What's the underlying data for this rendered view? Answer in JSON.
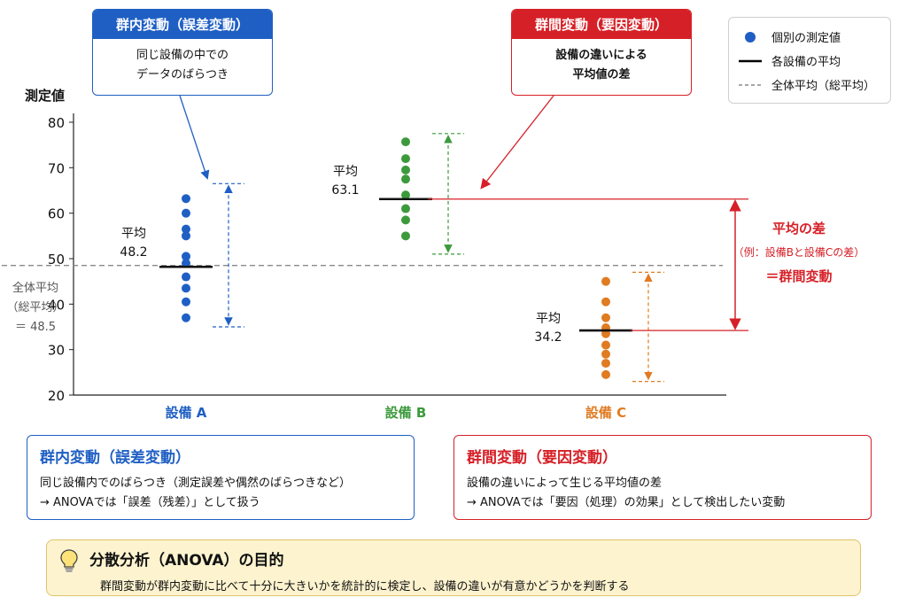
{
  "callouts": {
    "within": {
      "title": "群内変動（誤差変動）",
      "line1": "同じ設備の中での",
      "line2": "データのばらつき"
    },
    "between": {
      "title": "群間変動（要因変動）",
      "line1": "設備の違いによる",
      "line2": "平均値の差"
    }
  },
  "legend": {
    "points": "個別の測定値",
    "mean": "各設備の平均",
    "grand": "全体平均（総平均）"
  },
  "annotations": {
    "mean_diff_title": "平均の差",
    "mean_diff_example": "（例：設備Bと設備Cの差）",
    "mean_diff_result": "＝群間変動",
    "grand_label1": "全体平均",
    "grand_label2": "（総平均）",
    "grand_label3": "＝ 48.5",
    "mean_word": "平均"
  },
  "summary": {
    "within": {
      "title": "群内変動（誤差変動）",
      "line1": "同じ設備内でのばらつき（測定誤差や偶然のばらつきなど）",
      "line2": "→ ANOVAでは「誤差（残差）」として扱う"
    },
    "between": {
      "title": "群間変動（要因変動）",
      "line1": "設備の違いによって生じる平均値の差",
      "line2": "→ ANOVAでは「要因（処理）の効果」として検出したい変動"
    }
  },
  "goal": {
    "title": "分散分析（ANOVA）の目的",
    "text": "群間変動が群内変動に比べて十分に大きいかを統計的に検定し、設備の違いが有意かどうかを判断する"
  },
  "colors": {
    "blue": "#1f5fc4",
    "green": "#3c9a3c",
    "orange": "#e07b22",
    "red": "#d62027"
  },
  "icons": {
    "goal": "lightbulb-icon"
  },
  "chart_data": {
    "type": "scatter",
    "ylabel": "測定値",
    "ylim": [
      20,
      80
    ],
    "yticks": [
      20,
      30,
      40,
      50,
      60,
      70,
      80
    ],
    "categories": [
      "設備 A",
      "設備 B",
      "設備 C"
    ],
    "grand_mean": 48.5,
    "series": [
      {
        "category": "設備 A",
        "mean": 48.2,
        "mean_label": "48.2",
        "values": [
          63.2,
          60.0,
          56.5,
          55.0,
          50.5,
          49.0,
          46.0,
          43.5,
          40.5,
          37.0
        ],
        "range": [
          35.0,
          66.5
        ]
      },
      {
        "category": "設備 B",
        "mean": 63.1,
        "mean_label": "63.1",
        "values": [
          75.7,
          72.0,
          69.5,
          67.5,
          64.0,
          61.0,
          58.5,
          55.0
        ],
        "range": [
          51.0,
          77.5
        ]
      },
      {
        "category": "設備 C",
        "mean": 34.2,
        "mean_label": "34.2",
        "values": [
          45.0,
          40.5,
          37.0,
          34.8,
          33.5,
          31.0,
          29.0,
          27.0,
          24.5
        ],
        "range": [
          23.0,
          47.0
        ]
      }
    ]
  }
}
